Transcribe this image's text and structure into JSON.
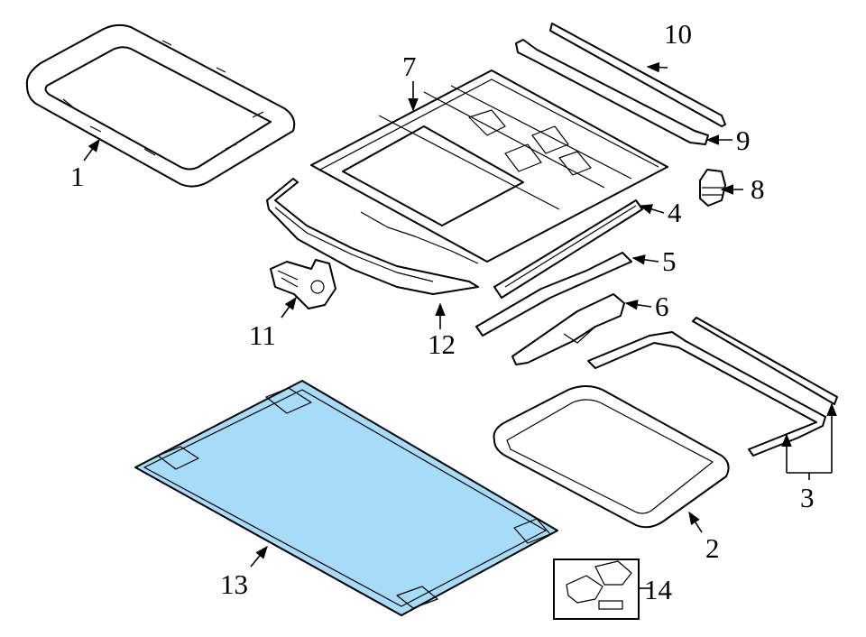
{
  "diagram": {
    "callouts": [
      {
        "id": "p1",
        "text": "1"
      },
      {
        "id": "p2",
        "text": "2"
      },
      {
        "id": "p3",
        "text": "3"
      },
      {
        "id": "p4",
        "text": "4"
      },
      {
        "id": "p5",
        "text": "5"
      },
      {
        "id": "p6",
        "text": "6"
      },
      {
        "id": "p7",
        "text": "7"
      },
      {
        "id": "p8",
        "text": "8"
      },
      {
        "id": "p9",
        "text": "9"
      },
      {
        "id": "p10",
        "text": "10"
      },
      {
        "id": "p11",
        "text": "11"
      },
      {
        "id": "p12",
        "text": "12"
      },
      {
        "id": "p13",
        "text": "13"
      },
      {
        "id": "p14",
        "text": "14"
      }
    ],
    "colors": {
      "line": "#000000",
      "highlight": "#a6dcf8",
      "background": "#ffffff"
    }
  }
}
